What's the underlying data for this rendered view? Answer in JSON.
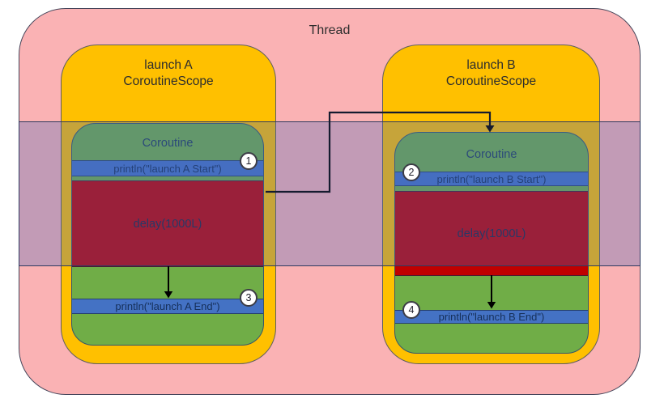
{
  "thread": {
    "label": "Thread"
  },
  "scopes": [
    {
      "name": "A",
      "title_line1": "launch A",
      "title_line2": "CoroutineScope",
      "coroutine_label": "Coroutine",
      "println_start": "println(\"launch A Start\")",
      "delay": "delay(1000L)",
      "println_end": "println(\"launch A End\")",
      "step_start": "1",
      "step_end": "3"
    },
    {
      "name": "B",
      "title_line1": "launch B",
      "title_line2": "CoroutineScope",
      "coroutine_label": "Coroutine",
      "println_start": "println(\"launch B Start\")",
      "delay": "delay(1000L)",
      "println_end": "println(\"launch B End\")",
      "step_start": "2",
      "step_end": "4"
    }
  ],
  "colors": {
    "thread_fill": "#FAB2B4",
    "scope_fill": "#FFC000",
    "coroutine_fill": "#70AD47",
    "println_fill": "#4472C4",
    "delay_fill": "#C00000",
    "band_fill": "rgba(70,104,188,0.31)",
    "arrow_stroke": "#141B2F"
  }
}
